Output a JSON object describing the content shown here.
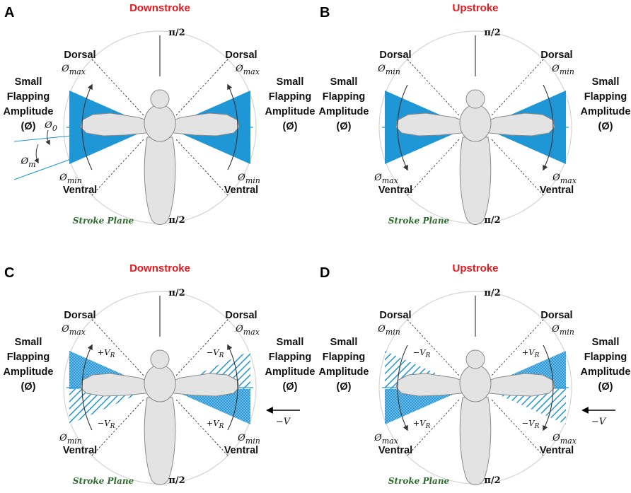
{
  "colors": {
    "accent_red": "#e8171d",
    "wing_blue": "#1f96d6",
    "body_gray": "#e3e3e3",
    "stroke_plane_green": "#2e6b2e"
  },
  "panels": [
    {
      "letter": "A",
      "title": "Downstroke",
      "fill": "solid",
      "pi_top": "π/2",
      "pi_bottom": "π/2",
      "dorsal": "Dorsal",
      "ventral": "Ventral",
      "left_dorsal_phi": "Ømax",
      "left_ventral_phi": "Ømin",
      "right_dorsal_phi": "Ømax",
      "right_ventral_phi": "Ømin",
      "amp": [
        "Small",
        "Flapping",
        "Amplitude",
        "(Ø)"
      ],
      "stroke_plane": "Stroke Plane",
      "phi0": "Ø0",
      "phim": "Øm"
    },
    {
      "letter": "B",
      "title": "Upstroke",
      "fill": "solid",
      "pi_top": "π/2",
      "pi_bottom": "π/2",
      "dorsal": "Dorsal",
      "ventral": "Ventral",
      "left_dorsal_phi": "Ømin",
      "left_ventral_phi": "Ømax",
      "right_dorsal_phi": "Ømin",
      "right_ventral_phi": "Ømax",
      "amp": [
        "Small",
        "Flapping",
        "Amplitude",
        "(Ø)"
      ],
      "stroke_plane": "Stroke Plane"
    },
    {
      "letter": "C",
      "title": "Downstroke",
      "fill": "vr",
      "pi_top": "π/2",
      "pi_bottom": "π/2",
      "dorsal": "Dorsal",
      "ventral": "Ventral",
      "left_dorsal_phi": "Ømax",
      "left_ventral_phi": "Ømin",
      "right_dorsal_phi": "Ømax",
      "right_ventral_phi": "Ømin",
      "amp": [
        "Small",
        "Flapping",
        "Amplitude",
        "(Ø)"
      ],
      "stroke_plane": "Stroke Plane",
      "vr_left_top": "+VR",
      "vr_left_bottom": "−VR",
      "vr_right_top": "−VR",
      "vr_right_bottom": "+VR",
      "velocity": "−V"
    },
    {
      "letter": "D",
      "title": "Upstroke",
      "fill": "vr",
      "pi_top": "π/2",
      "pi_bottom": "π/2",
      "dorsal": "Dorsal",
      "ventral": "Ventral",
      "left_dorsal_phi": "Ømin",
      "left_ventral_phi": "Ømax",
      "right_dorsal_phi": "Ømin",
      "right_ventral_phi": "Ømax",
      "amp": [
        "Small",
        "Flapping",
        "Amplitude",
        "(Ø)"
      ],
      "stroke_plane": "Stroke Plane",
      "vr_left_top": "−VR",
      "vr_left_bottom": "+VR",
      "vr_right_top": "+VR",
      "vr_right_bottom": "−VR",
      "velocity": "−V"
    }
  ]
}
